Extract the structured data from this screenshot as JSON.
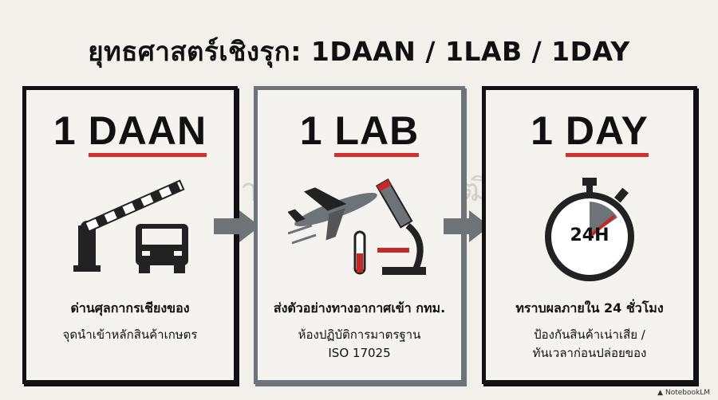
{
  "title": "ยุทธศาสตร์เชิงรุก: 1DAAN / 1LAB / 1DAY",
  "watermark": "สำนักงานเลขาธิการวุฒิสภา",
  "accent": "#d32f2f",
  "cards": [
    {
      "num": "1",
      "word": "DAAN",
      "label": "ด่านศุลกากรเชียงของ",
      "sub1": "จุดนำเข้าหลักสินค้าเกษตร",
      "sub2": "",
      "icon": "barrier-truck-icon"
    },
    {
      "num": "1",
      "word": "LAB",
      "label": "ส่งตัวอย่างทางอากาศเข้า กทม.",
      "sub1": "ห้องปฏิบัติการมาตรฐาน",
      "sub2": "ISO 17025",
      "icon": "airplane-microscope-icon"
    },
    {
      "num": "1",
      "word": "DAY",
      "label": "ทราบผลภายใน 24 ชั่วโมง",
      "sub1": "ป้องกันสินค้าเน่าเสีย /",
      "sub2": "ทันเวลาก่อนปล่อยของ",
      "icon": "stopwatch-icon",
      "timer_text": "24H"
    }
  ],
  "brand": "NotebookLM"
}
